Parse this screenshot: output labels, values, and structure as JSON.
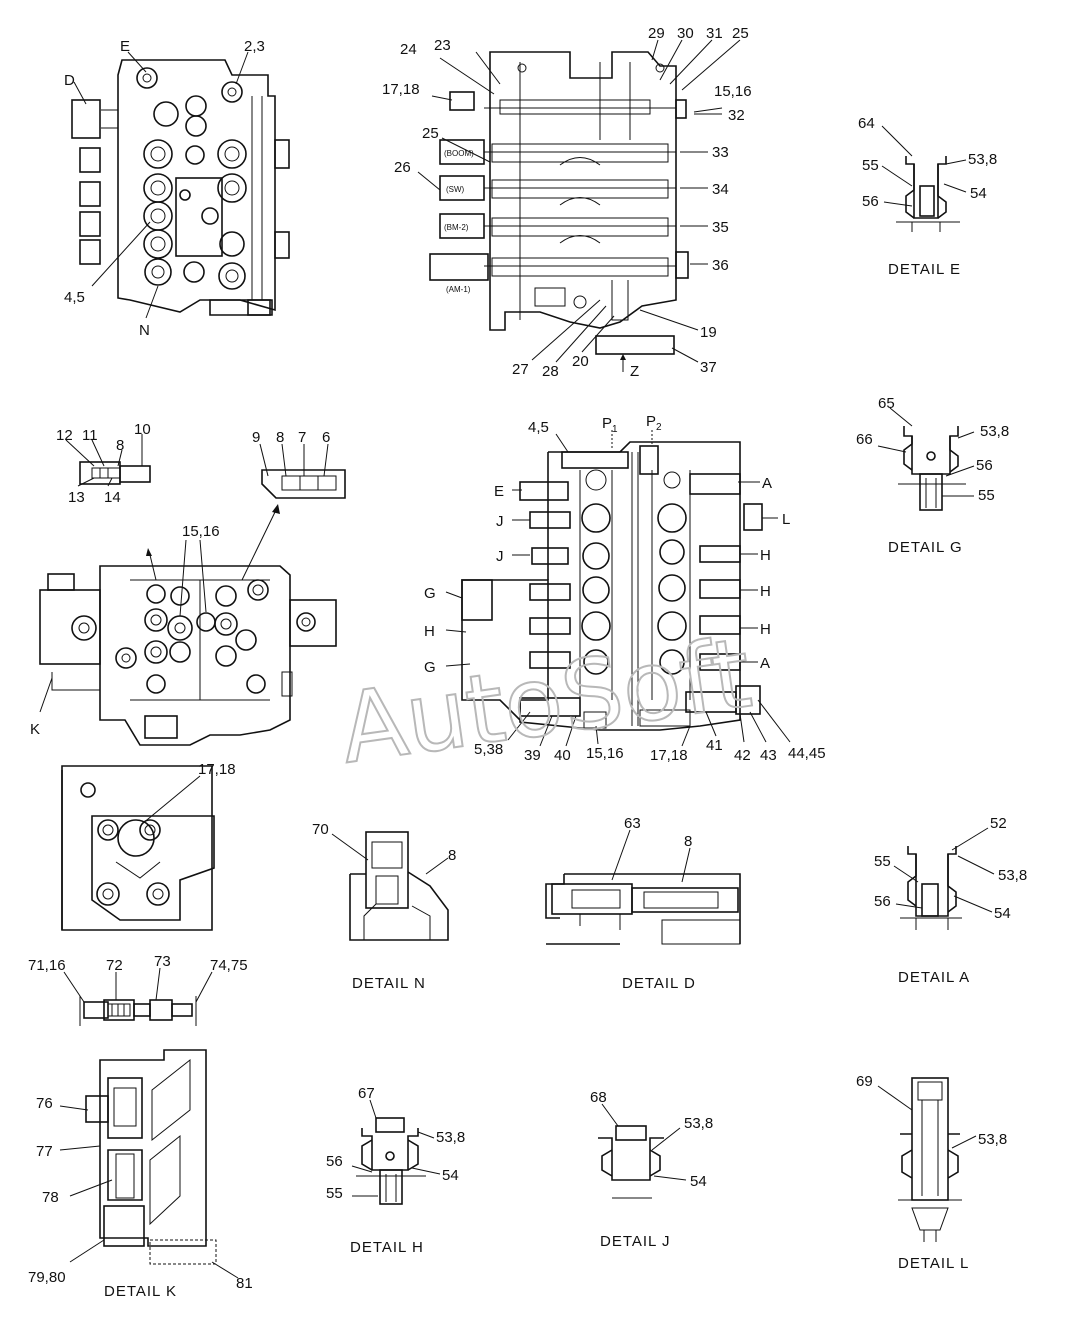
{
  "watermark": "AutoSoft",
  "captions": {
    "detail_e": "DETAIL  E",
    "detail_g": "DETAIL  G",
    "detail_n": "DETAIL  N",
    "detail_d": "DETAIL  D",
    "detail_a": "DETAIL  A",
    "detail_h": "DETAIL  H",
    "detail_j": "DETAIL  J",
    "detail_l": "DETAIL  L",
    "detail_k": "DETAIL  K"
  },
  "callouts": {
    "view1": {
      "e": "E",
      "d": "D",
      "p23": "2,3",
      "p45": "4,5",
      "n": "N"
    },
    "view2": {
      "p24": "24",
      "p23": "23",
      "p29": "29",
      "p30": "30",
      "p31": "31",
      "p25a": "25",
      "p1718": "17,18",
      "p1516": "15,16",
      "p32": "32",
      "p25b": "25",
      "p26": "26",
      "p33": "33",
      "p34": "34",
      "p35": "35",
      "p36": "36",
      "p19": "19",
      "p27": "27",
      "p28": "28",
      "p20": "20",
      "z": "Z",
      "p37": "37",
      "tag1": "(BOOM)",
      "tag2": "(SW)",
      "tag3": "(BM-2)",
      "tag4": "(AM-1)"
    },
    "det_e": {
      "p64": "64",
      "p55": "55",
      "p538": "53,8",
      "p54": "54",
      "p56": "56"
    },
    "view3": {
      "p12": "12",
      "p11": "11",
      "p8a": "8",
      "p10": "10",
      "p13": "13",
      "p14": "14",
      "p9": "9",
      "p8b": "8",
      "p7": "7",
      "p6": "6",
      "p1516": "15,16",
      "k": "K"
    },
    "view4": {
      "p45": "4,5",
      "p1": "P",
      "p1sub": "1",
      "p2": "P",
      "p2sub": "2",
      "a1": "A",
      "e": "E",
      "l": "L",
      "j1": "J",
      "j2": "J",
      "h1": "H",
      "g1": "G",
      "h2": "H",
      "h3": "H",
      "h4": "H",
      "g2": "G",
      "a2": "A",
      "p538": "5,38",
      "p39": "39",
      "p40": "40",
      "p1516": "15,16",
      "p1718": "17,18",
      "p41": "41",
      "p42": "42",
      "p43": "43",
      "p4445": "44,45"
    },
    "det_g": {
      "p65": "65",
      "p66": "66",
      "p538": "53,8",
      "p56": "56",
      "p55": "55"
    },
    "view5": {
      "p1718": "17,18"
    },
    "det_n": {
      "p70": "70",
      "p8": "8"
    },
    "det_d": {
      "p63": "63",
      "p8": "8"
    },
    "det_a": {
      "p52": "52",
      "p55": "55",
      "p538": "53,8",
      "p56": "56",
      "p54": "54"
    },
    "view6": {
      "p7116": "71,16",
      "p72": "72",
      "p73": "73",
      "p7475": "74,75"
    },
    "det_k": {
      "p76": "76",
      "p77": "77",
      "p78": "78",
      "p7980": "79,80",
      "p81": "81"
    },
    "det_h": {
      "p67": "67",
      "p538": "53,8",
      "p56": "56",
      "p54": "54",
      "p55": "55"
    },
    "det_j": {
      "p68": "68",
      "p538": "53,8",
      "p54": "54"
    },
    "det_l": {
      "p69": "69",
      "p538": "53,8"
    }
  }
}
